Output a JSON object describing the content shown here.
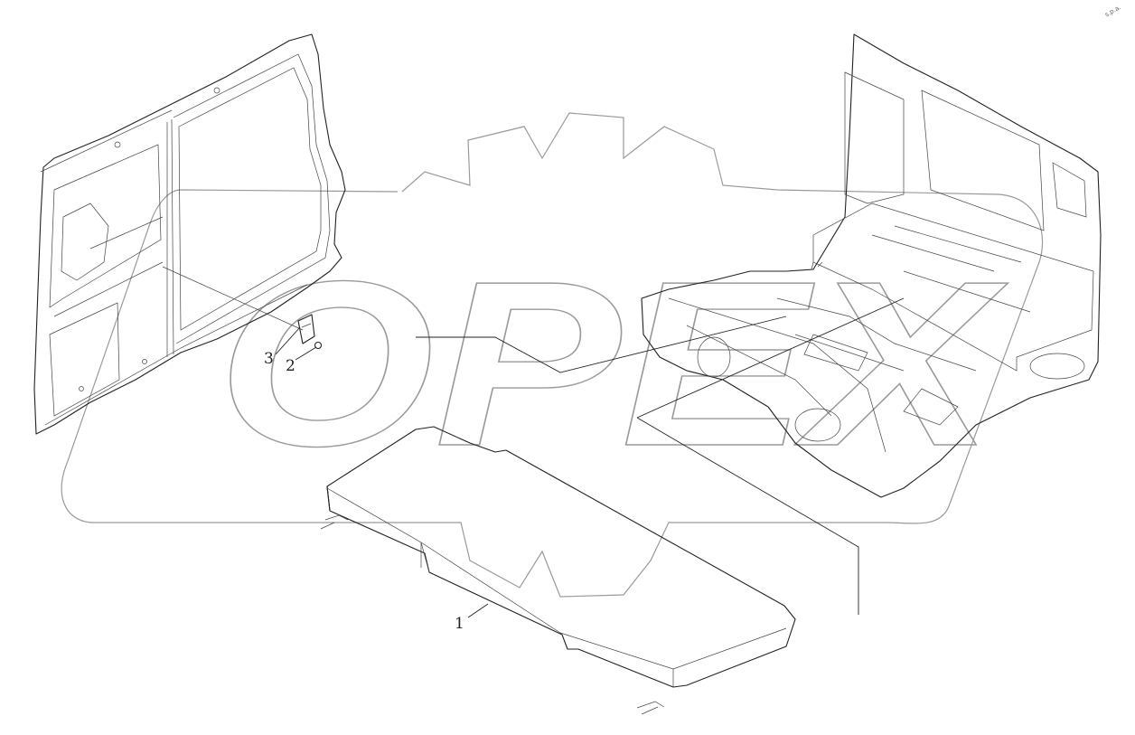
{
  "callouts": [
    {
      "id": "1",
      "text": "1"
    },
    {
      "id": "2",
      "text": "2"
    },
    {
      "id": "3",
      "text": "3"
    }
  ],
  "watermark": {
    "text": "OPEX"
  },
  "corner_mark": "s.p.a.",
  "colors": {
    "line": "#222222",
    "watermark": "#9a9a9a",
    "background": "#ffffff"
  }
}
